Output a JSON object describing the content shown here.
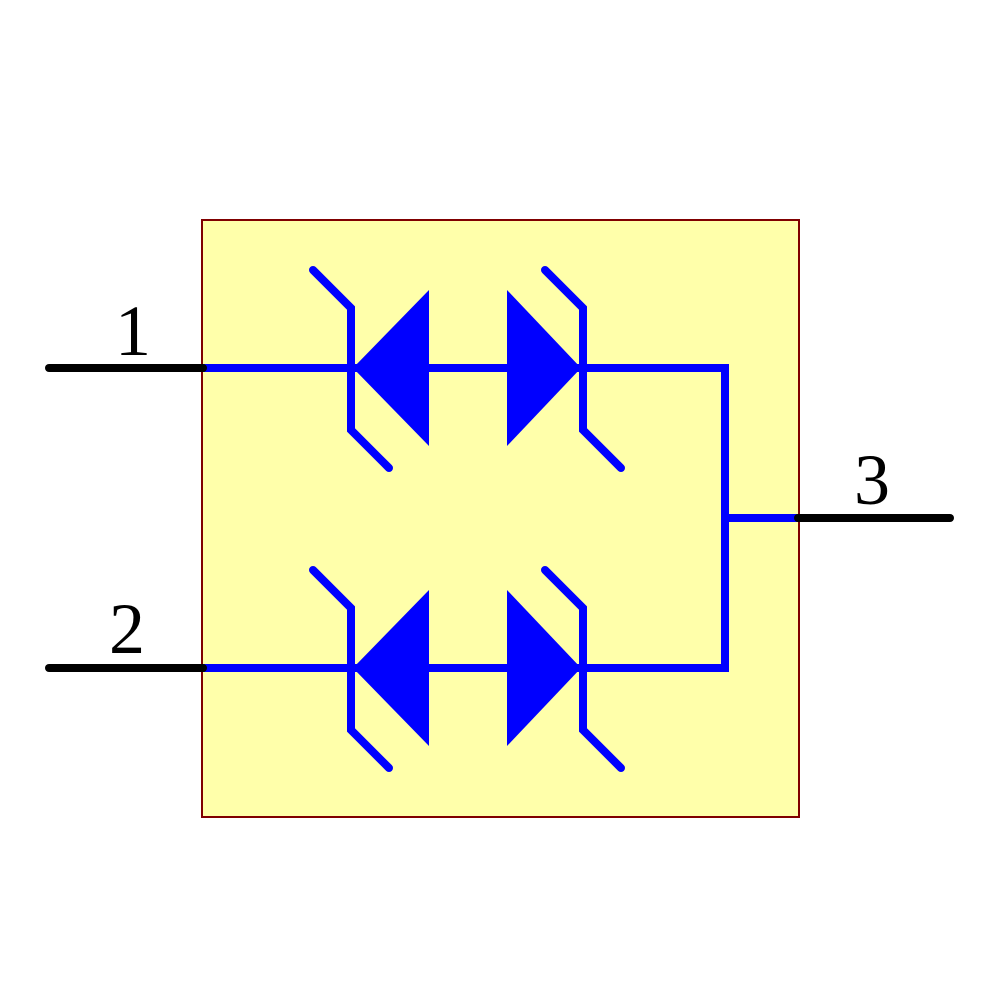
{
  "schematic": {
    "component": {
      "kind": "dual-bidirectional-diode-symbol",
      "body_fill": "#ffffaa",
      "body_border": "#800000",
      "wire_color": "#0000ff",
      "pin_color": "#000000",
      "label_color": "#000000"
    },
    "pins": [
      {
        "label": "1",
        "side": "left-top"
      },
      {
        "label": "2",
        "side": "left-bottom"
      },
      {
        "label": "3",
        "side": "right"
      }
    ]
  }
}
